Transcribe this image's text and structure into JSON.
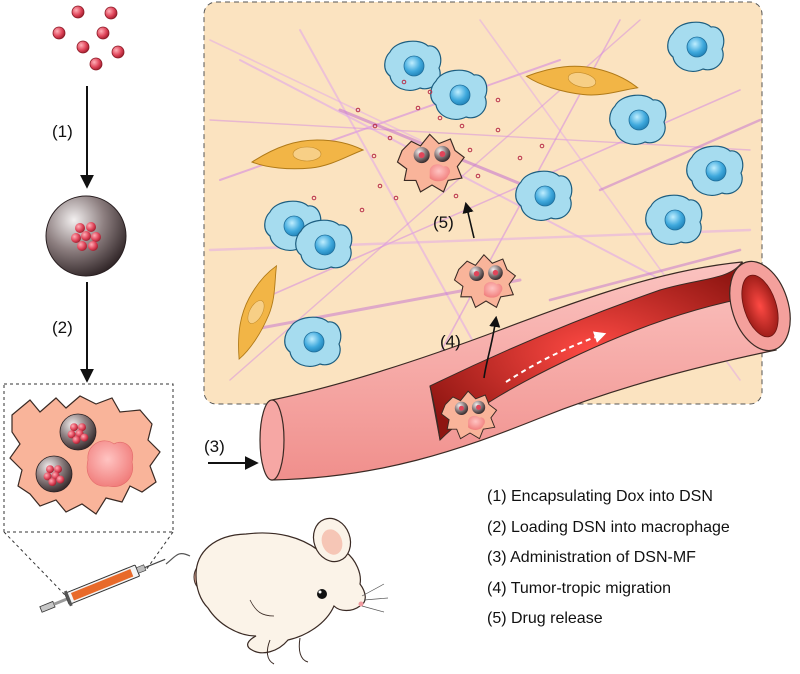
{
  "steps": {
    "s1": "(1)",
    "s2": "(2)",
    "s3": "(3)",
    "s4": "(4)",
    "s5": "(5)"
  },
  "legend": [
    "(1) Encapsulating Dox into DSN",
    "(2) Loading DSN into macrophage",
    "(3) Administration of DSN-MF",
    "(4) Tumor-tropic migration",
    "(5) Drug release"
  ],
  "colors": {
    "tumor_bg": "#fbe3c0",
    "dox": "#e0455a",
    "macrophage": "#f9b49a",
    "vessel_outer": "#f6a7a4",
    "vessel_lumen": "#b3231f",
    "cancer_cell": "#a6dcef",
    "fibroblast": "#f2b546",
    "fiber": "#d68be0"
  }
}
